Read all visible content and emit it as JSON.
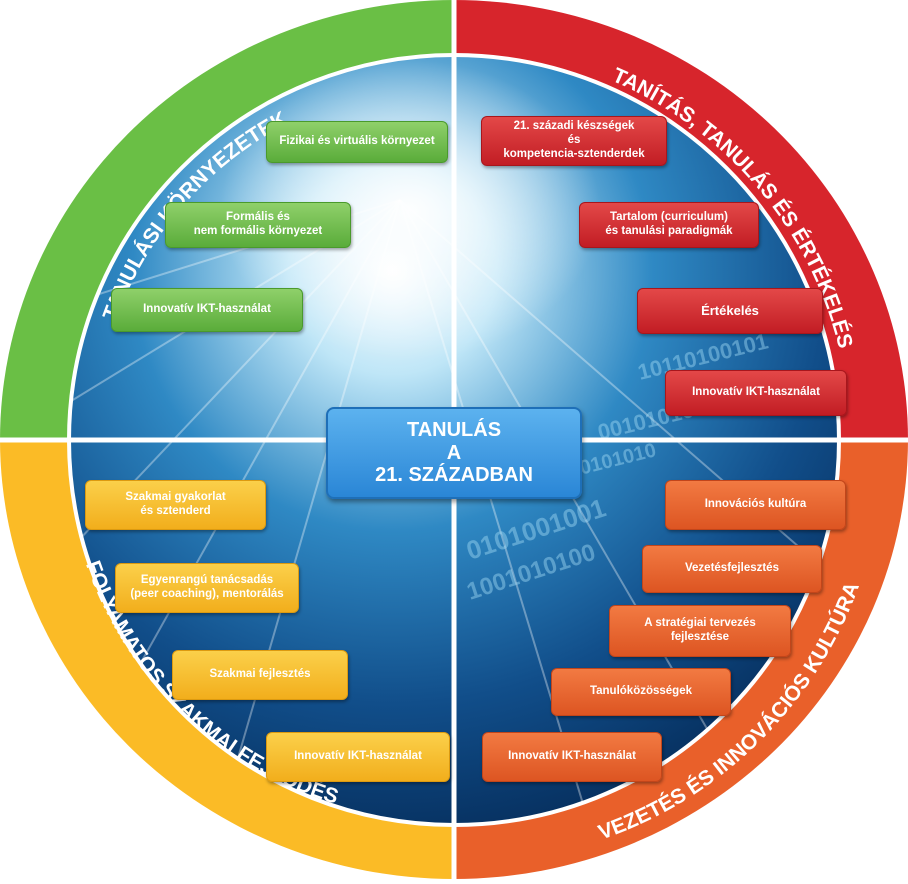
{
  "center": {
    "line1": "TANULÁS",
    "line2": "A",
    "line3": "21. SZÁZADBAN"
  },
  "colors": {
    "green": "#6abf45",
    "red": "#d7252c",
    "yellow": "#fbbb26",
    "orange": "#e9602a",
    "center_blue": "#3b95df"
  },
  "quadrants": {
    "top_left": {
      "title": "TANULÁSI KÖRNYEZETEK",
      "items": [
        "Fizikai és virtuális környezet",
        "Formális és\nnem formális környezet",
        "Innovatív IKT-használat"
      ]
    },
    "top_right": {
      "title": "TANÍTÁS, TANULÁS ÉS ÉRTÉKELÉS",
      "items": [
        "21. századi készségek\nés\nkompetencia-sztenderdek",
        "Tartalom (curriculum)\nés tanulási paradigmák",
        "Értékelés",
        "Innovatív IKT-használat"
      ]
    },
    "bottom_left": {
      "title": "FOLYAMATOS SZAKMAI FEJLŐDÉS",
      "items": [
        "Szakmai gyakorlat\nés sztenderd",
        "Egyenrangú tanácsadás\n(peer coaching), mentorálás",
        "Szakmai fejlesztés",
        "Innovatív IKT-használat"
      ]
    },
    "bottom_right": {
      "title": "VEZETÉS ÉS INNOVÁCIÓS KULTÚRA",
      "items": [
        "Innovációs kultúra",
        "Vezetésfejlesztés",
        "A stratégiai tervezés\nfejlesztése",
        "Tanulóközösségek",
        "Innovatív IKT-használat"
      ]
    }
  }
}
